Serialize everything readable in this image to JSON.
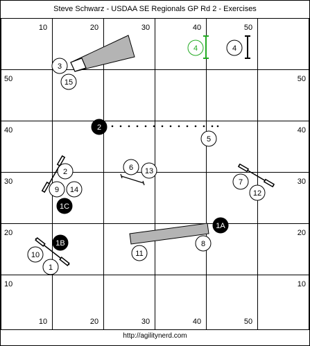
{
  "title": "Steve Schwarz - USDAA SE Regionals GP Rd 2 - Exercises",
  "footer": "http://agilitynerd.com",
  "grid": {
    "top_labels": [
      "10",
      "20",
      "30",
      "40",
      "50"
    ],
    "bottom_labels": [
      "10",
      "20",
      "30",
      "40",
      "50"
    ],
    "left_labels": [
      "50",
      "40",
      "30",
      "20",
      "10"
    ],
    "right_labels": [
      "50",
      "40",
      "30",
      "20",
      "10"
    ]
  },
  "colors": {
    "grid_line": "#000000",
    "tunnel_fill": "#b4b4b4",
    "marker_alt_stroke": "#22aa22",
    "marker_fill": "#ffffff",
    "marker_filled": "#000000"
  },
  "markers": {
    "m_3": "3",
    "m_15": "15",
    "m_4_green": "4",
    "m_4": "4",
    "m_2": "2",
    "m_5": "5",
    "m_2b": "2",
    "m_9": "9",
    "m_14": "14",
    "m_1C": "1C",
    "m_6": "6",
    "m_13": "13",
    "m_7": "7",
    "m_12": "12",
    "m_1A": "1A",
    "m_8": "8",
    "m_11": "11",
    "m_1B": "1B",
    "m_10": "10",
    "m_1": "1"
  }
}
